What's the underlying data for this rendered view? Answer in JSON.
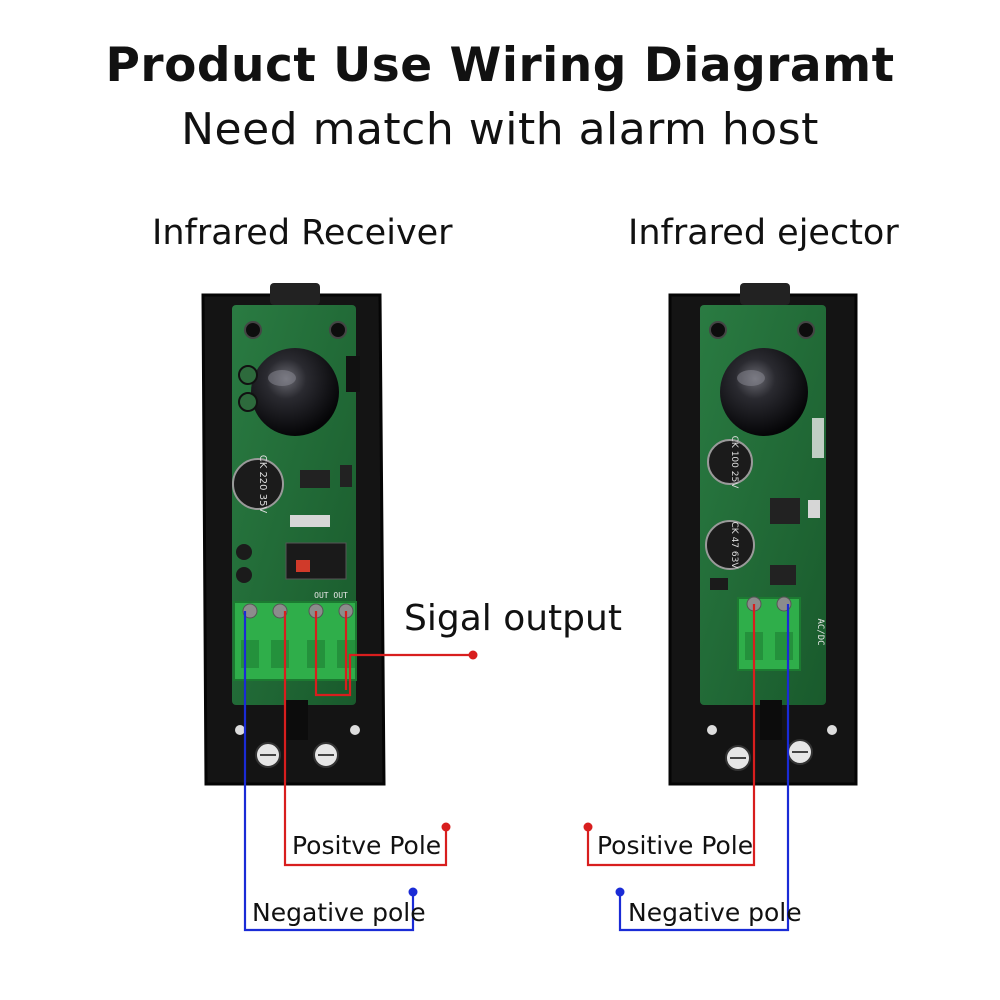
{
  "header": {
    "title": "Product Use Wiring Diagramt",
    "subtitle": "Need match with alarm host"
  },
  "receiver": {
    "title": "Infrared Receiver",
    "signal_output": "Sigal output",
    "positive_label": "Positve Pole",
    "negative_label": "Negative pole",
    "capacitor_label": "CK 220 35V",
    "terminal_label": "OUT OUT"
  },
  "ejector": {
    "title": "Infrared ejector",
    "positive_label": "Positive Pole",
    "negative_label": "Negative pole",
    "capacitor1_label": "CK 100 25V",
    "capacitor2_label": "CK 47 63V",
    "terminal_label": "AC/DC"
  },
  "colors": {
    "positive_wire": "#d81e1e",
    "negative_wire": "#1a2bd6",
    "pcb": "#1f6a34",
    "housing": "#151515",
    "terminal": "#2fae4a"
  }
}
